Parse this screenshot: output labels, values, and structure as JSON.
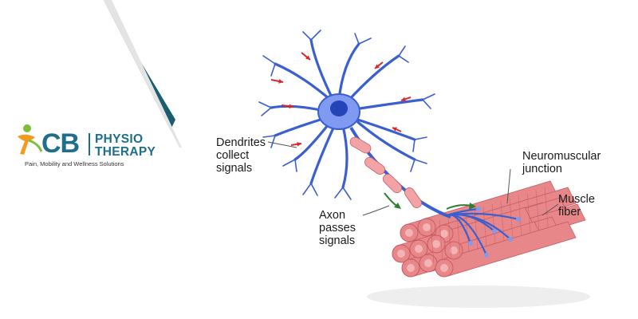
{
  "brand": {
    "logo_letters": "CB",
    "word_line1": "PHYSIO",
    "word_line2": "THERAPY",
    "tagline": "Pain, Mobility and Wellness Solutions",
    "colors": {
      "teal": "#1f6e8c",
      "green": "#7cbf3a",
      "orange": "#f39a1e",
      "dark_teal": "#1b5d6e"
    }
  },
  "diagram": {
    "labels": {
      "dendrites": [
        "Dendrites",
        "collect",
        "signals"
      ],
      "axon": [
        "Axon",
        "passes",
        "signals"
      ],
      "junction": [
        "Neuromuscular",
        "junction"
      ],
      "muscle": [
        "Muscle",
        "fiber"
      ]
    },
    "colors": {
      "neuron": "#3a5fd0",
      "neuron_light": "#7f9af0",
      "nucleus": "#2544b8",
      "muscle": "#e8878a",
      "muscle_dark": "#c85b62",
      "arrow_red": "#d9282b",
      "arrow_green": "#2f7d32"
    }
  }
}
